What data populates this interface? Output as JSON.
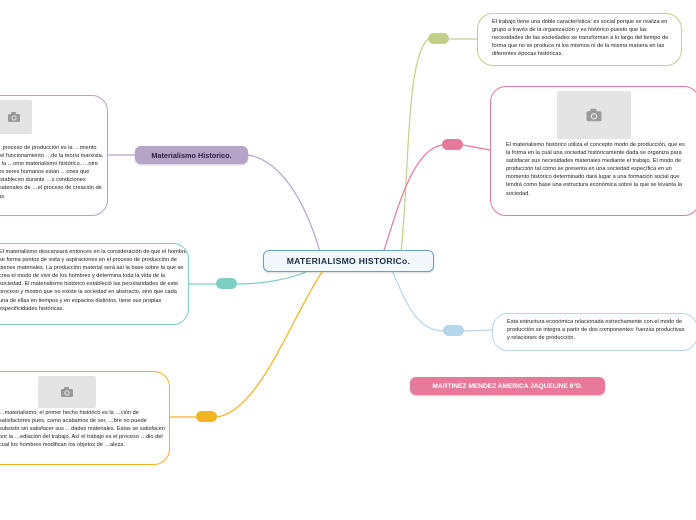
{
  "central_topic": "MATERIALISMO HISTORICo.",
  "materialismo_label": "Materialismo Historico.",
  "author": "MARTINEZ MENDEZ AMERICA JAQUELINE 6°D.",
  "nodes": {
    "top_left": "…proceso de producción es la …miento del funcionamiento …de la teoría marxista, a la …omo materialismo histórico. …ntre los seres humanos están …ones que establecen durante …s condiciones materiales de …el proceso de creación de las",
    "mid_left": "El materialismo descansará entonces en la consideración de que el hombre se forma puntos de vista y aspiraciones en el proceso de producción de bienes materiales. La producción material será así la base sobre la que se crea el modo de vivir de los hombres y determina toda la vida de la sociedad. El materialismo histórico estableció las peculiaridades de este proceso y mostró que no existe la sociedad en abstracto, sino que cada una de ellas en tiempos y en espacios distintos, tiene sus propias especificidades históricas.",
    "bottom_left": "…materialismo, el primer hecho histórico es la …ción de satisfactores pues, como acabamos de ver, …bre no puede subsistir sin satisfacer sus …dades materiales. Estas se satisfacen por la …ediación del trabajo. Así el trabajo es el proceso …dio del cual los hombres modifican los objetos de …aleza.",
    "top_right": "El trabajo tiene una doble característica: es social porque se realiza en grupo a través de la organización y es histórico puesto que las necesidades de las sociedades se transforman a lo largo del tiempo de forma que no se produce ni los mismos ni de la misma manera en las diferentes épocas históricas.",
    "mid_right": "El materialismo histórico utiliza el concepto modo de producción, que es la forma en la cual una sociedad históricamente dada se organiza para satisfacer sus necesidades materiales mediante el trabajo. El modo de producción tal cómo se presenta en una sociedad específica en un momento histórico determinado dará lugar a una formación social que tendrá como base una estructura económica sobre la que se levanta la sociedad.",
    "bottom_right": "Esta estructura económica relacionada estrechamente con el modo de producción se integra a partir de dos componentes: fuerzas productivas y relaciones de producción."
  },
  "icons": [
    "camera-icon",
    "camera-icon",
    "camera-icon"
  ],
  "colors": {
    "green": "#c2d08a",
    "pink": "#e57a9a",
    "light_blue": "#b6d6ec",
    "purple": "#b6a4c8",
    "teal": "#7ecfc3",
    "yellow": "#f2b421",
    "central_border": "#6ba0c8"
  }
}
